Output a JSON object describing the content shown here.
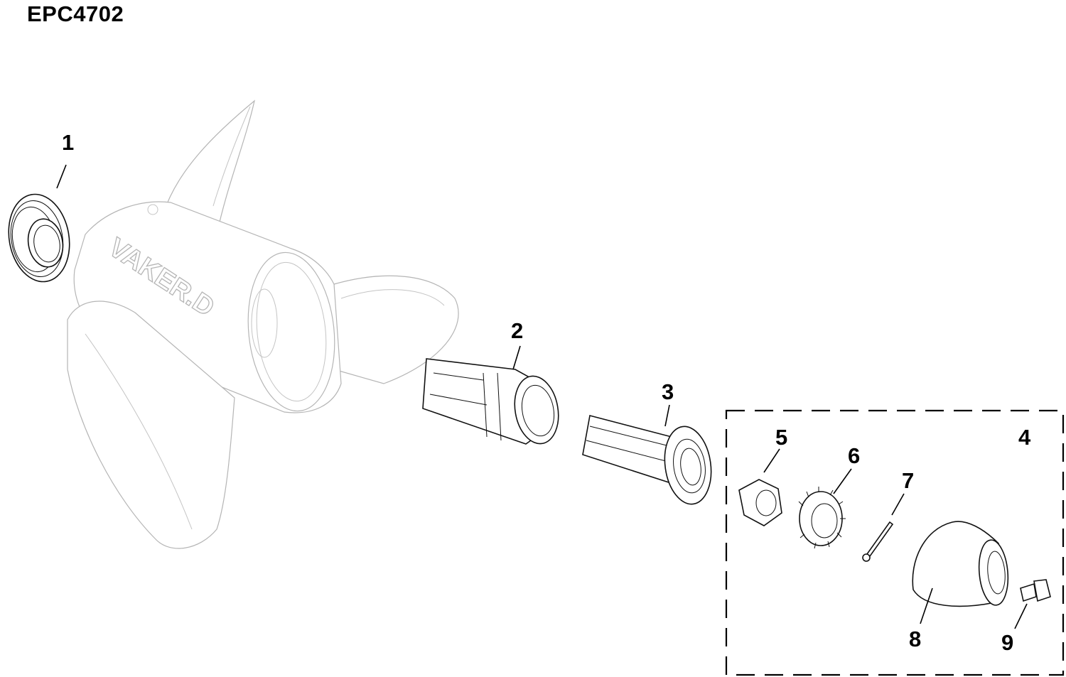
{
  "title": "EPC4702",
  "callouts": [
    "1",
    "2",
    "3",
    "4",
    "5",
    "6",
    "7",
    "8",
    "9"
  ],
  "propeller_logo": "VAKER.D",
  "colors": {
    "line": "#111111",
    "ghost": "#b5b5b5",
    "background": "#ffffff"
  }
}
